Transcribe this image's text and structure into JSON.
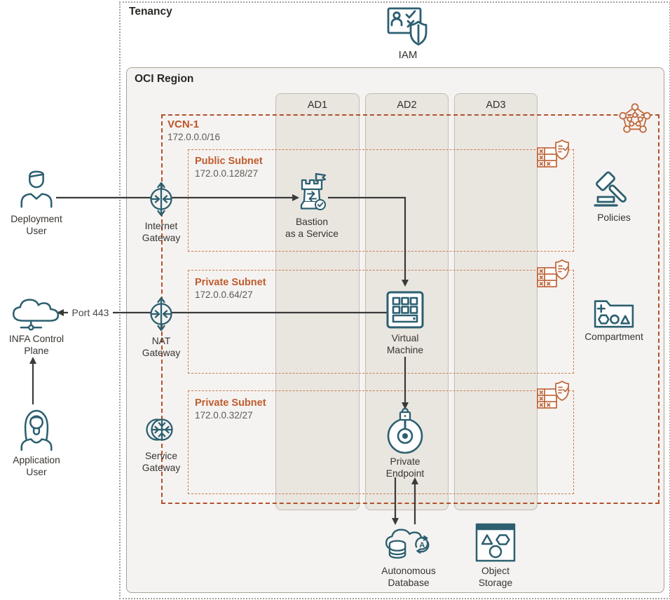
{
  "colors": {
    "icon_teal": "#2C5F70",
    "icon_orange": "#C06A3E",
    "vcn_border_orange": "#B2512A",
    "subnet_border_orange": "#CB7C50",
    "region_fill": "#F5F3F1",
    "ad_fill": "#E9E6E0",
    "arrow": "#3A3A3A"
  },
  "tenancy": {
    "label": "Tenancy"
  },
  "region": {
    "label": "OCI Region"
  },
  "availability_domains": [
    "AD1",
    "AD2",
    "AD3"
  ],
  "vcn": {
    "name": "VCN-1",
    "cidr": "172.0.0.0/16"
  },
  "subnets": [
    {
      "name": "Public Subnet",
      "cidr": "172.0.0.128/27"
    },
    {
      "name": "Private Subnet",
      "cidr": "172.0.0.64/27"
    },
    {
      "name": "Private Subnet",
      "cidr": "172.0.0.32/27"
    }
  ],
  "nodes": {
    "iam": {
      "label": "IAM"
    },
    "deployment_user": {
      "line1": "Deployment",
      "line2": "User"
    },
    "internet_gateway": {
      "line1": "Internet",
      "line2": "Gateway"
    },
    "bastion": {
      "line1": "Bastion",
      "line2": "as a Service"
    },
    "infa_control_plane": {
      "line1": "INFA Control",
      "line2": "Plane"
    },
    "nat_gateway": {
      "line1": "NAT",
      "line2": "Gateway"
    },
    "virtual_machine": {
      "line1": "Virtual",
      "line2": "Machine"
    },
    "application_user": {
      "line1": "Application",
      "line2": "User"
    },
    "service_gateway": {
      "line1": "Service",
      "line2": "Gateway"
    },
    "private_endpoint": {
      "line1": "Private",
      "line2": "Endpoint"
    },
    "autonomous_database": {
      "line1": "Autonomous",
      "line2": "Database"
    },
    "object_storage": {
      "line1": "Object",
      "line2": "Storage"
    },
    "policies": {
      "label": "Policies"
    },
    "compartment": {
      "label": "Compartment"
    }
  },
  "connections": {
    "port_label": "Port 443"
  },
  "icons": [
    "iam-icon",
    "user-icon",
    "cloud-icon",
    "internet-gateway-icon",
    "nat-gateway-icon",
    "service-gateway-icon",
    "bastion-icon",
    "virtual-machine-icon",
    "private-endpoint-icon",
    "autonomous-database-icon",
    "object-storage-icon",
    "policies-gavel-icon",
    "compartment-folder-icon",
    "vcn-mesh-icon",
    "security-list-icon"
  ]
}
